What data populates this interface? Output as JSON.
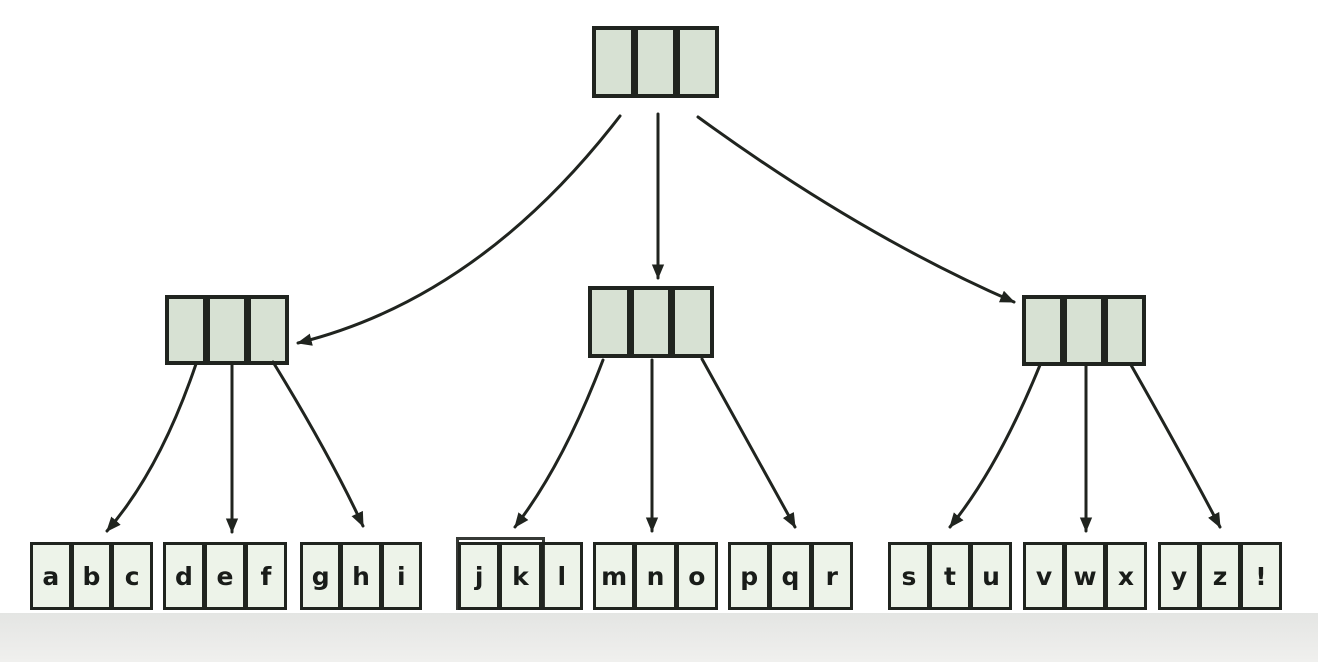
{
  "diagram": {
    "type": "b-tree",
    "description": "Three-level B-tree style diagram: one root index node, three internal index nodes, nine leaf nodes holding the alphabet",
    "internal_nodes": {
      "root": {
        "cells": [
          "",
          "",
          ""
        ]
      },
      "left": {
        "cells": [
          "",
          "",
          ""
        ]
      },
      "center": {
        "cells": [
          "",
          "",
          ""
        ]
      },
      "right": {
        "cells": [
          "",
          "",
          ""
        ]
      }
    },
    "leaf_groups": [
      {
        "letters": [
          "a",
          "b",
          "c"
        ]
      },
      {
        "letters": [
          "d",
          "e",
          "f"
        ]
      },
      {
        "letters": [
          "g",
          "h",
          "i"
        ]
      },
      {
        "letters": [
          "j",
          "k",
          "l"
        ]
      },
      {
        "letters": [
          "m",
          "n",
          "o"
        ]
      },
      {
        "letters": [
          "p",
          "q",
          "r"
        ]
      },
      {
        "letters": [
          "s",
          "t",
          "u"
        ]
      },
      {
        "letters": [
          "v",
          "w",
          "x"
        ]
      },
      {
        "letters": [
          "y",
          "z",
          "!"
        ]
      }
    ],
    "colors": {
      "background": "#ffffff",
      "node_fill": "#d7e1d3",
      "leaf_fill": "#edf3e9",
      "border": "#20241f",
      "arrow": "#20241f",
      "footer_top": "#e4e5e3",
      "footer_bottom": "#f0f0ee"
    }
  }
}
